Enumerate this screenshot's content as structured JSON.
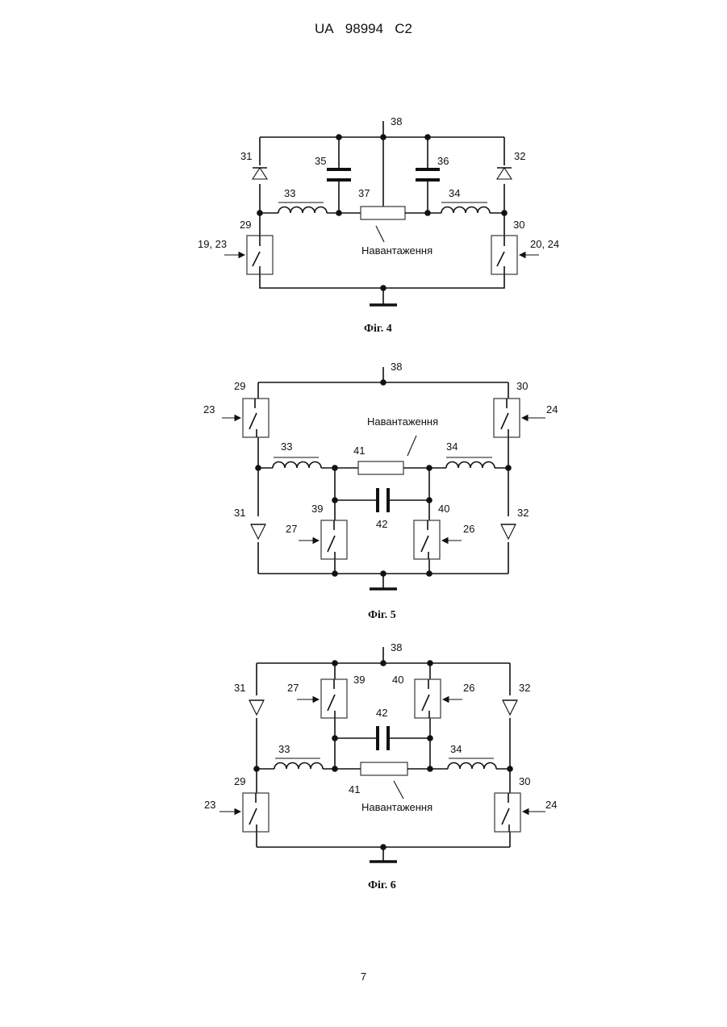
{
  "header": {
    "country": "UA",
    "number": "98994",
    "kind": "C2"
  },
  "page_number": "7",
  "fig4": {
    "caption": "Фіг. 4",
    "load_label": "Навантаження",
    "labels": {
      "n38": "38",
      "n31": "31",
      "n32": "32",
      "n35": "35",
      "n36": "36",
      "n33": "33",
      "n34": "34",
      "n37": "37",
      "n29": "29",
      "n30": "30",
      "in_left": "19, 23",
      "in_right": "20, 24"
    }
  },
  "fig5": {
    "caption": "Фіг. 5",
    "load_label": "Навантаження",
    "labels": {
      "n38": "38",
      "n29": "29",
      "n30": "30",
      "in23": "23",
      "in24": "24",
      "n33": "33",
      "n34": "34",
      "n41": "41",
      "n39": "39",
      "n40": "40",
      "n42": "42",
      "n31": "31",
      "n32": "32",
      "in27": "27",
      "in26": "26"
    }
  },
  "fig6": {
    "caption": "Фіг. 6",
    "load_label": "Навантаження",
    "labels": {
      "n38": "38",
      "n31": "31",
      "n32": "32",
      "in27": "27",
      "in26": "26",
      "n39": "39",
      "n40": "40",
      "n42": "42",
      "n33": "33",
      "n34": "34",
      "n29": "29",
      "n30": "30",
      "n41": "41",
      "in23": "23",
      "in24": "24"
    }
  }
}
